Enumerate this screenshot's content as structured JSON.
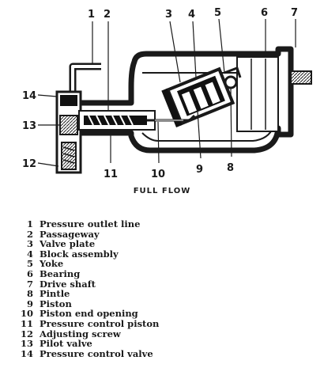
{
  "figure": {
    "caption": "FULL FLOW",
    "callouts": [
      "1",
      "2",
      "3",
      "4",
      "5",
      "6",
      "7",
      "8",
      "9",
      "10",
      "11",
      "12",
      "13",
      "14"
    ]
  },
  "legend": [
    {
      "num": "1",
      "label": "Pressure outlet line"
    },
    {
      "num": "2",
      "label": "Passageway"
    },
    {
      "num": "3",
      "label": "Valve plate"
    },
    {
      "num": "4",
      "label": "Block assembly"
    },
    {
      "num": "5",
      "label": "Yoke"
    },
    {
      "num": "6",
      "label": "Bearing"
    },
    {
      "num": "7",
      "label": "Drive shaft"
    },
    {
      "num": "8",
      "label": "Pintle"
    },
    {
      "num": "9",
      "label": "Piston"
    },
    {
      "num": "10",
      "label": "Piston end opening"
    },
    {
      "num": "11",
      "label": "Pressure control piston"
    },
    {
      "num": "12",
      "label": "Adjusting screw"
    },
    {
      "num": "13",
      "label": "Pilot valve"
    },
    {
      "num": "14",
      "label": "Pressure control valve"
    }
  ]
}
